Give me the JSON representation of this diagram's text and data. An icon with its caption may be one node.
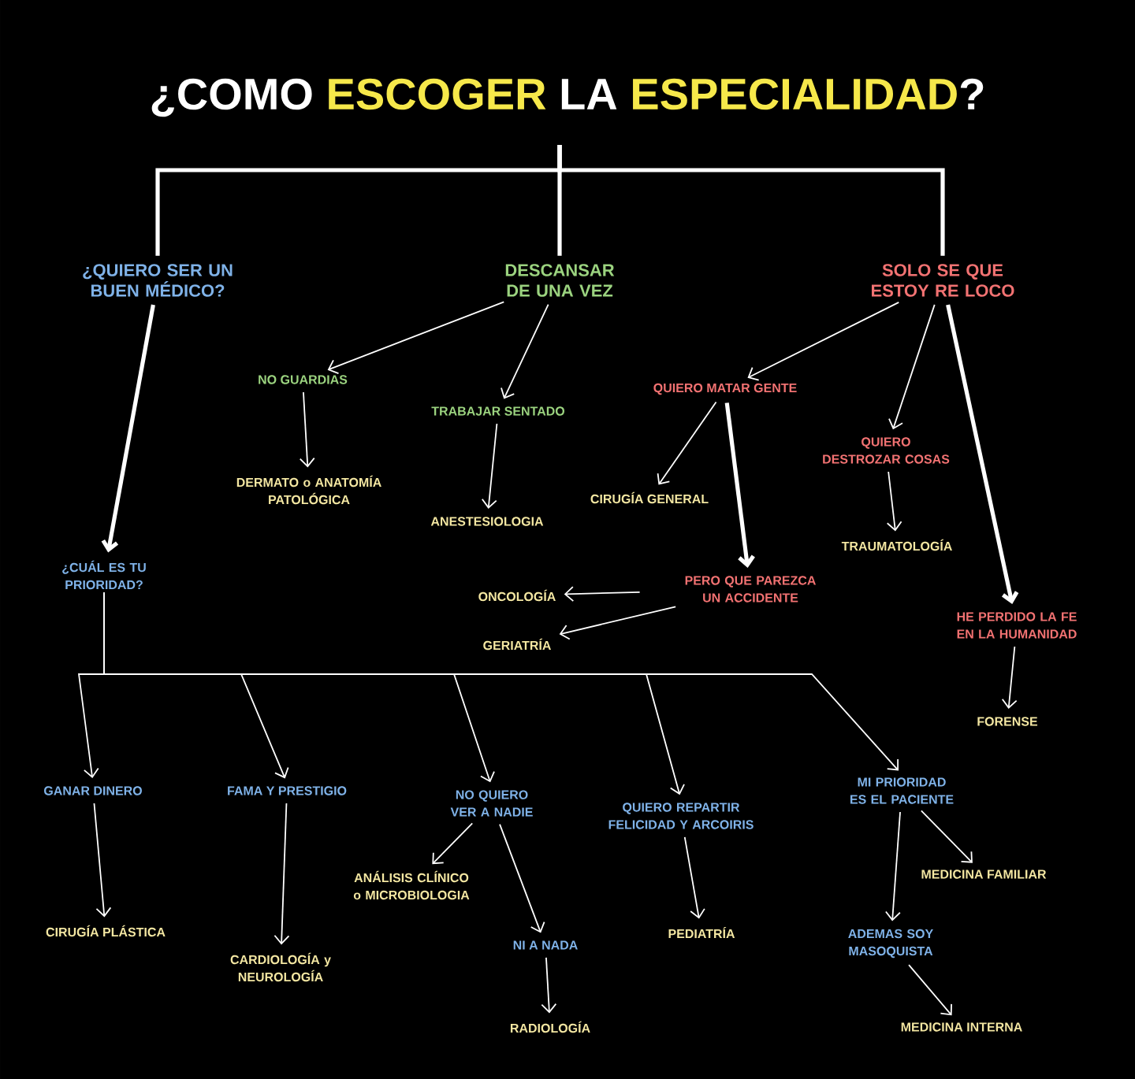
{
  "diagram": {
    "title": "¿COMO **ESCOGER** LA **ESPECIALIDAD**?",
    "nodes": [
      {
        "text": [
          "¿QUIERO SER UN BUEN MÉDICO?"
        ]
      },
      {
        "text": [
          "DESCANSAR DE UNA VEZ"
        ]
      },
      {
        "text": [
          "SOLO SE QUE ESTOY RE LOCO"
        ]
      },
      {
        "text": [
          "NO GUARDIAS"
        ]
      },
      {
        "text": [
          "TRABAJAR SENTADO"
        ]
      },
      {
        "text": [
          "DERMATO o ANATOMÍA PATOLÓGICA"
        ]
      },
      {
        "text": [
          "ANESTESIOLOGIA"
        ]
      },
      {
        "text": [
          "QUIERO MATAR GENTE"
        ]
      },
      {
        "text": [
          "QUIERO DESTROZAR COSAS"
        ]
      },
      {
        "text": [
          "CIRUGÍA GENERAL"
        ]
      },
      {
        "text": [
          "TRAUMATOLOGÍA"
        ]
      },
      {
        "text": [
          "PERO QUE PAREZCA UN ACCIDENTE"
        ]
      },
      {
        "text": [
          "ONCOLOGÍA"
        ]
      },
      {
        "text": [
          "GERIATRÍA"
        ]
      },
      {
        "text": [
          "HE PERDIDO LA FE EN LA HUMANIDAD"
        ]
      },
      {
        "text": [
          "FORENSE"
        ]
      },
      {
        "text": [
          "¿CUÁL ES TU PRIORIDAD?"
        ]
      },
      {
        "text": [
          "GANAR DINERO"
        ]
      },
      {
        "text": [
          "FAMA Y PRESTIGIO"
        ]
      },
      {
        "text": [
          "NO QUIERO VER A NADIE"
        ]
      },
      {
        "text": [
          "QUIERO REPARTIR FELICIDAD Y ARCOIRIS"
        ]
      },
      {
        "text": [
          "MI PRIORIDAD ES EL PACIENTE"
        ]
      },
      {
        "text": [
          "CIRUGÍA PLÁSTICA"
        ]
      },
      {
        "text": [
          "CARDIOLOGÍA y NEUROLOGÍA"
        ]
      },
      {
        "text": [
          "ANÁLISIS CLÍNICO o MICROBIOLOGIA"
        ]
      },
      {
        "text": [
          "NI A NADA"
        ]
      },
      {
        "text": [
          "RADIOLOGÍA"
        ]
      },
      {
        "text": [
          "PEDIATRÍA"
        ]
      },
      {
        "text": [
          "MEDICINA FAMILIAR"
        ]
      },
      {
        "text": [
          "ADEMAS SOY MASOQUISTA"
        ]
      },
      {
        "text": [
          "MEDICINA INTERNA"
        ]
      }
    ],
    "edges": [
      {
        "from": null,
        "to": 0,
        "arrow": "none",
        "style": "thick"
      },
      {
        "from": null,
        "to": 1,
        "arrow": "none",
        "style": "thick"
      },
      {
        "from": null,
        "to": 2,
        "arrow": "none",
        "style": "thick"
      },
      {
        "from": 0,
        "to": 16,
        "arrow": "to",
        "style": "thick"
      },
      {
        "from": 1,
        "to": 3,
        "arrow": "to"
      },
      {
        "from": 1,
        "to": 4,
        "arrow": "to"
      },
      {
        "from": 3,
        "to": 5,
        "arrow": "to"
      },
      {
        "from": 4,
        "to": 6,
        "arrow": "to"
      },
      {
        "from": 2,
        "to": 7,
        "arrow": "to"
      },
      {
        "from": 2,
        "to": 8,
        "arrow": "to"
      },
      {
        "from": 2,
        "to": 14,
        "arrow": "to",
        "style": "thick"
      },
      {
        "from": 7,
        "to": 9,
        "arrow": "to"
      },
      {
        "from": 7,
        "to": 11,
        "arrow": "to",
        "style": "thick"
      },
      {
        "from": 8,
        "to": 10,
        "arrow": "to"
      },
      {
        "from": 11,
        "to": 12,
        "arrow": "to"
      },
      {
        "from": 11,
        "to": 13,
        "arrow": "to"
      },
      {
        "from": 14,
        "to": 15,
        "arrow": "to"
      },
      {
        "from": 16,
        "to": 17,
        "arrow": "to"
      },
      {
        "from": 16,
        "to": 18,
        "arrow": "to"
      },
      {
        "from": 16,
        "to": 19,
        "arrow": "to"
      },
      {
        "from": 16,
        "to": 20,
        "arrow": "to"
      },
      {
        "from": 16,
        "to": 21,
        "arrow": "to"
      },
      {
        "from": 17,
        "to": 22,
        "arrow": "to"
      },
      {
        "from": 18,
        "to": 23,
        "arrow": "to"
      },
      {
        "from": 19,
        "to": 24,
        "arrow": "to"
      },
      {
        "from": 19,
        "to": 25,
        "arrow": "to"
      },
      {
        "from": 25,
        "to": 26,
        "arrow": "to"
      },
      {
        "from": 20,
        "to": 27,
        "arrow": "to"
      },
      {
        "from": 21,
        "to": 28,
        "arrow": "to"
      },
      {
        "from": 21,
        "to": 29,
        "arrow": "to"
      },
      {
        "from": 29,
        "to": 30,
        "arrow": "to"
      }
    ]
  }
}
